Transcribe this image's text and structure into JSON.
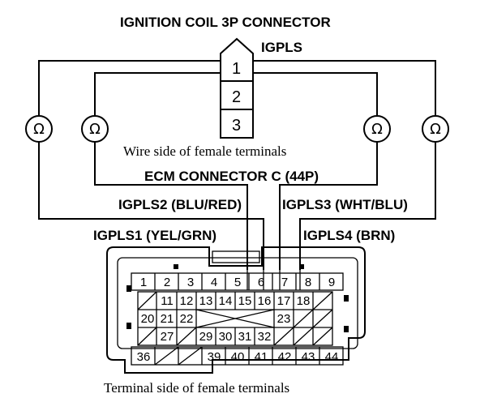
{
  "coil_connector": {
    "title": "IGNITION COIL 3P CONNECTOR",
    "signal_label": "IGPLS",
    "pins": [
      "1",
      "2",
      "3"
    ],
    "wire_side_caption": "Wire side of female terminals"
  },
  "ecm_connector": {
    "title": "ECM CONNECTOR C (44P)",
    "terminal_side_caption": "Terminal side of female terminals",
    "rows": [
      [
        "1",
        "2",
        "3",
        "4",
        "5",
        "6",
        "7",
        "8",
        "9"
      ],
      [
        "11",
        "12",
        "13",
        "14",
        "15",
        "16",
        "17",
        "18"
      ],
      [
        "20",
        "21",
        "22",
        "23"
      ],
      [
        "27",
        "29",
        "30",
        "31",
        "32"
      ],
      [
        "36",
        "39",
        "40",
        "41",
        "42",
        "43",
        "44"
      ]
    ]
  },
  "wires": {
    "igpls1": "IGPLS1 (YEL/GRN)",
    "igpls2": "IGPLS2 (BLU/RED)",
    "igpls3": "IGPLS3 (WHT/BLU)",
    "igpls4": "IGPLS4 (BRN)"
  },
  "ohmmeter_symbol": "Ω"
}
